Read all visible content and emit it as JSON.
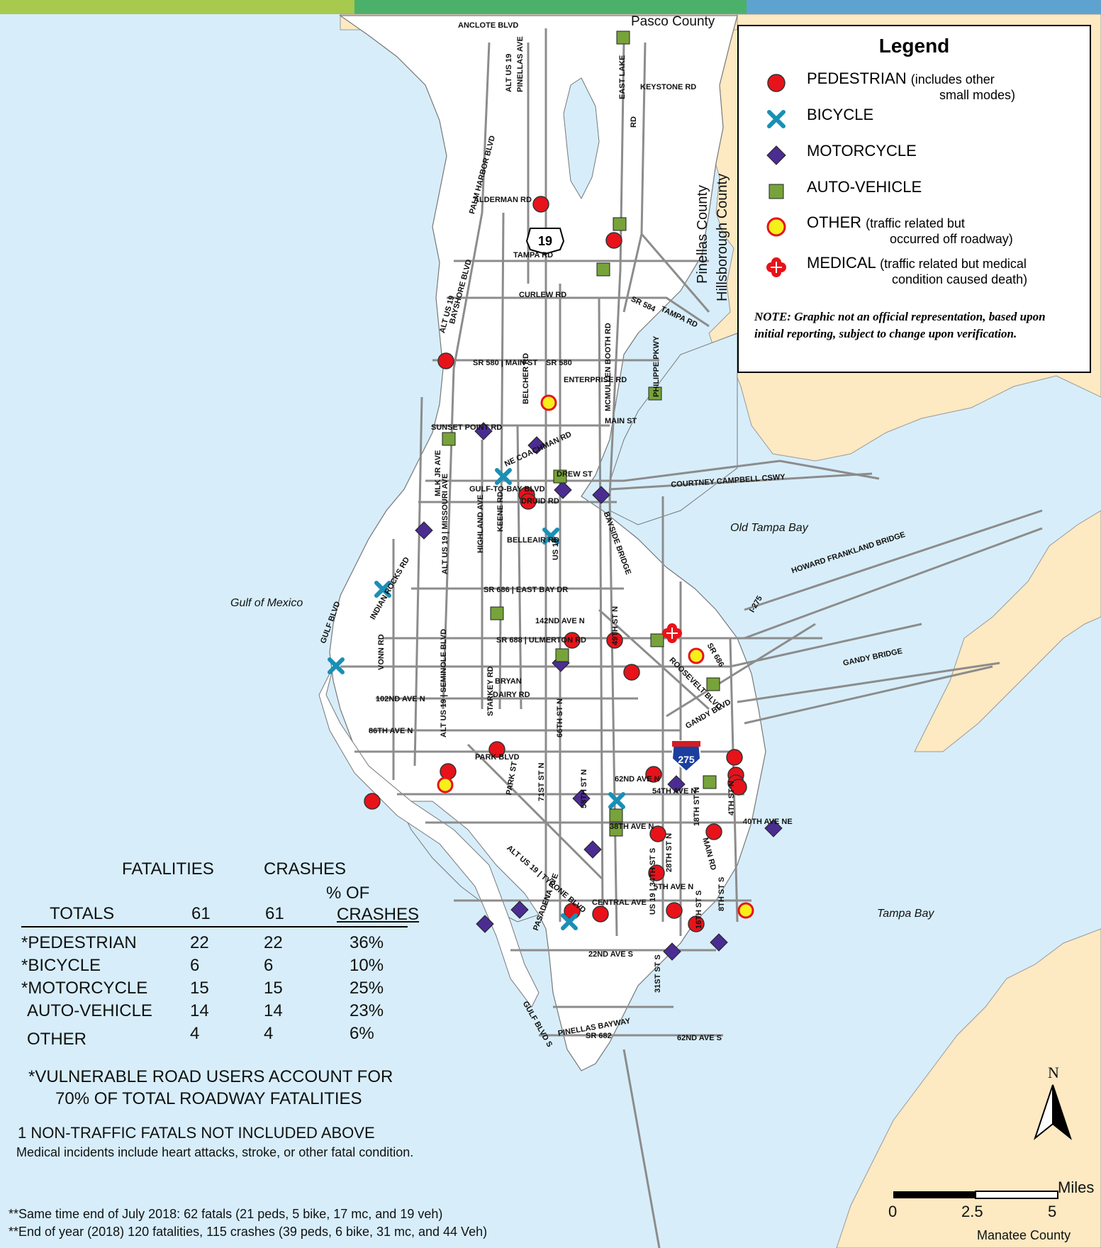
{
  "colors": {
    "water": "#d7eefa",
    "land": "#ffffff",
    "county_land": "#fde9c2",
    "road": "#8c8c8c",
    "pedestrian": "#e8121a",
    "bicycle": "#1a8fb5",
    "motorcycle": "#4b2c91",
    "auto": "#77a33a",
    "other": "#f5ef1a",
    "medical": "#e8121a",
    "top_bar": [
      "#a7c94d",
      "#4bb16a",
      "#5ea3cf"
    ]
  },
  "map": {
    "counties": {
      "pasco": "Pasco County",
      "pinellas": "Pinellas County",
      "hillsborough": "Hillsborough County",
      "manatee": "Manatee County"
    },
    "water_labels": {
      "gulf": "Gulf of Mexico",
      "old_tampa_bay": "Old Tampa Bay",
      "tampa_bay": "Tampa Bay"
    },
    "roads": [
      "ANCLOTE BLVD",
      "KEYSTONE RD",
      "ALT US 19",
      "PINELLAS AVE",
      "EAST LAKE",
      "RD",
      "PALM HARBOR BLVD",
      "ALDERMAN RD",
      "TAMPA RD",
      "CURLEW RD",
      "SR 584",
      "TAMPA RD",
      "ALT US 19",
      "BAYSHORE BLVD",
      "SR 580 | MAIN ST",
      "SR 580",
      "ENTERPRISE RD",
      "BELCHER RD",
      "MCMULLEN BOOTH RD",
      "PHILIPPE PKWY",
      "MAIN ST",
      "SUNSET POINT RD",
      "NE COACHMAN RD",
      "DREW ST",
      "GULF-TO-BAY BLVD",
      "DRUID RD",
      "COURTNEY CAMPBELL CSWY",
      "MLK JR AVE",
      "BELLEAIR RD",
      "ALT US 19 | MISSOURI AVE",
      "HIGHLAND AVE",
      "KEENE RD",
      "US 19",
      "BAYSIDE BRIDGE",
      "HOWARD FRANKLAND BRIDGE",
      "INDIAN ROCKS RD",
      "SR 686 | EAST BAY DR",
      "142ND AVE N",
      "SR 688 | ULMERTON RD",
      "I-275",
      "GULF BLVD",
      "VONN RD",
      "49TH ST N",
      "ROOSEVELT BLVD",
      "SR 686",
      "GANDY BRIDGE",
      "BRYAN",
      "DAIRY RD",
      "102ND AVE N",
      "ALT US 19 | SEMINOLE BLVD",
      "STARKEY RD",
      "66TH ST N",
      "86TH AVE N",
      "GANDY BLVD",
      "PARK BLVD",
      "62ND AVE N",
      "54TH AVE N",
      "71ST ST N",
      "PARK ST",
      "58TH ST N",
      "38TH AVE N",
      "18TH ST N",
      "4TH ST N",
      "MAIN RD",
      "40TH AVE NE",
      "ALT US 19 | TYRONE BLVD",
      "28TH ST N",
      "5TH AVE N",
      "CENTRAL AVE",
      "8TH ST S",
      "16TH ST S",
      "PASADENA AVE",
      "US 19 | 34TH ST S",
      "22ND AVE S",
      "31ST ST S",
      "GULF BLVD S",
      "PINELLAS BAYWAY",
      "SR 682",
      "62ND AVE S"
    ],
    "shields": {
      "us19": "19",
      "i275": "275"
    }
  },
  "legend": {
    "title": "Legend",
    "items": [
      {
        "label": "PEDESTRIAN",
        "sub": "(includes other",
        "sub2": "small modes)"
      },
      {
        "label": "BICYCLE",
        "sub": "",
        "sub2": ""
      },
      {
        "label": "MOTORCYCLE",
        "sub": "",
        "sub2": ""
      },
      {
        "label": "AUTO-VEHICLE",
        "sub": "",
        "sub2": ""
      },
      {
        "label": "OTHER",
        "sub": "(traffic related but",
        "sub2": "occurred off roadway)"
      },
      {
        "label": "MEDICAL",
        "sub": "(traffic related but medical",
        "sub2": "condition caused death)"
      }
    ],
    "note": "NOTE: Graphic not an official representation, based upon initial reporting, subject to change upon verification."
  },
  "stats": {
    "col_fatalities": "FATALITIES",
    "col_crashes": "CRASHES",
    "col_pct": "% OF",
    "col_pct2": "CRASHES",
    "totals_label": "TOTALS",
    "totals_fatalities": "61",
    "totals_crashes": "61",
    "rows": [
      {
        "label": "*PEDESTRIAN",
        "fatalities": "22",
        "crashes": "22",
        "pct": "36%"
      },
      {
        "label": "*BICYCLE",
        "fatalities": "6",
        "crashes": "6",
        "pct": "10%"
      },
      {
        "label": "*MOTORCYCLE",
        "fatalities": "15",
        "crashes": "15",
        "pct": "25%"
      },
      {
        "label": "AUTO-VEHICLE",
        "fatalities": "14",
        "crashes": "14",
        "pct": "23%"
      },
      {
        "label": "OTHER",
        "fatalities": "4",
        "crashes": "4",
        "pct": "6%"
      }
    ],
    "vulnerable_1": "*VULNERABLE ROAD USERS ACCOUNT FOR",
    "vulnerable_2": "70% OF TOTAL  ROADWAY FATALITIES",
    "non_traffic": "1 NON-TRAFFIC FATALS NOT INCLUDED ABOVE",
    "medical_note": "Medical incidents include heart attacks, stroke, or other fatal condition.",
    "footnote1": "**Same time end of July 2018: 62 fatals (21 peds, 5 bike, 17 mc, and 19 veh)",
    "footnote2": "**End of year (2018) 120 fatalities, 115 crashes (39 peds, 6 bike, 31 mc, and 44 Veh)"
  },
  "scale": {
    "label": "Miles",
    "ticks": [
      "0",
      "2.5",
      "5"
    ]
  },
  "north": "N"
}
